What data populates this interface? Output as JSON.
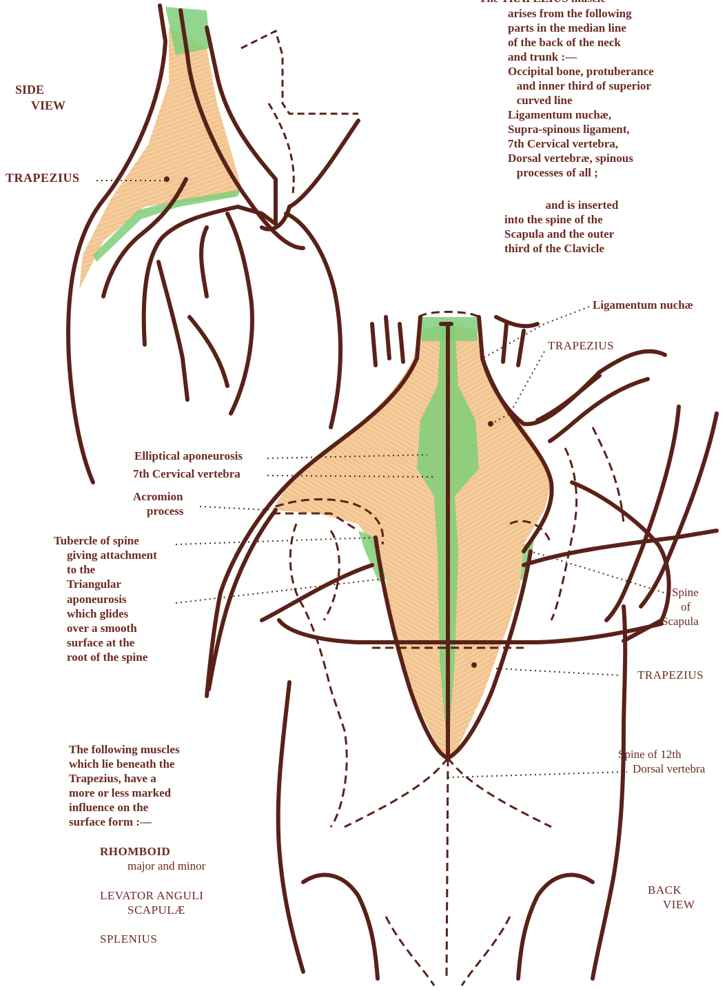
{
  "colors": {
    "ink": "#5a2119",
    "text": "#6b2a22",
    "muscle": "#f2c48f",
    "tendon": "#7fcf7a"
  },
  "side_view": {
    "title_line1": "SIDE",
    "title_line2": "VIEW",
    "label_trapezius": "TRAPEZIUS"
  },
  "description": {
    "heading": "The TRAPEZIUS muscle",
    "origin_lines": [
      "arises from the following",
      "parts in the median line",
      "of the back of the neck",
      "and trunk :—",
      "Occipital bone, protuberance",
      "   and inner third of superior",
      "   curved line",
      "Ligamentum nuchæ,",
      "Supra-spinous ligament,",
      "7th Cervical vertebra,",
      "Dorsal vertebræ, spinous",
      "   processes of all ;"
    ],
    "insertion_lines": [
      "              and is inserted",
      "into the spine of the",
      "Scapula and the outer",
      "third of the Clavicle"
    ]
  },
  "back_view": {
    "title_line1": "BACK",
    "title_line2": "VIEW",
    "labels": {
      "ligamentum_nuchae": "Ligamentum nuchæ",
      "trapezius_upper": "TRAPEZIUS",
      "elliptical_aponeurosis": "Elliptical aponeurosis",
      "cervical_7th": "7th Cervical vertebra",
      "acromion_1": "Acromion",
      "acromion_2": "process",
      "tubercle_lines": [
        "Tubercle of spine",
        "giving attachment",
        "to the",
        "Triangular",
        "aponeurosis",
        "which glides",
        "over a smooth",
        "surface at the",
        "root of the spine"
      ],
      "spine_scapula": [
        "Spine",
        "of",
        "Scapula"
      ],
      "trapezius_lower": "TRAPEZIUS",
      "dorsal_12_line1": "Spine of 12th",
      "dorsal_12_line2": "Dorsal vertebra"
    }
  },
  "beneath": {
    "intro_lines": [
      "The following muscles",
      "which lie beneath the",
      "Trapezius, have a",
      "more or less marked",
      "influence on the",
      "surface form :—"
    ],
    "rhomboid": "RHOMBOID",
    "rhomboid_sub": "major and minor",
    "levator_1": "LEVATOR ANGULI",
    "levator_2": "SCAPULÆ",
    "splenius": "SPLENIUS"
  }
}
